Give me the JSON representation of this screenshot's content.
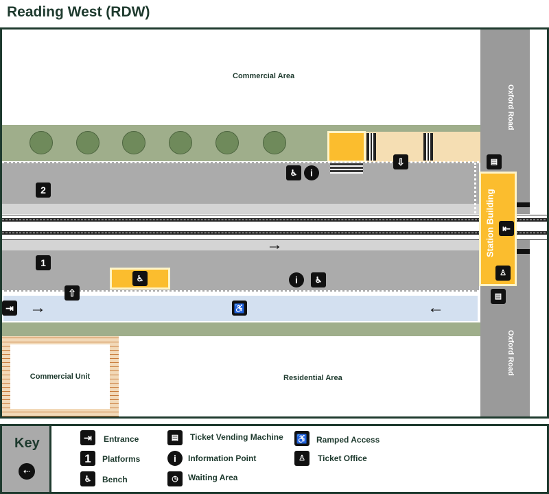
{
  "title": "Reading West (RDW)",
  "map": {
    "commercial_area": "Commercial Area",
    "residential_area": "Residential Area",
    "commercial_unit": "Commercial Unit",
    "road_north": "Oxford Road",
    "road_south": "Oxford Road",
    "station_building": "Station Building",
    "platform_2": "2",
    "platform_1": "1"
  },
  "key": {
    "title": "Key",
    "items": [
      {
        "icon": "entrance-icon",
        "label": "Entrance"
      },
      {
        "icon": "platform-icon",
        "glyph": "1",
        "label": "Platforms"
      },
      {
        "icon": "bench-icon",
        "label": "Bench"
      },
      {
        "icon": "ticket-vending-machine-icon",
        "label": "Ticket Vending Machine"
      },
      {
        "icon": "information-icon",
        "label": "Information Point"
      },
      {
        "icon": "waiting-area-icon",
        "label": "Waiting Area"
      },
      {
        "icon": "ramped-access-icon",
        "label": "Ramped Access"
      },
      {
        "icon": "ticket-office-icon",
        "label": "Ticket Office"
      }
    ]
  },
  "colors": {
    "frame": "#1e3a2e",
    "building": "#fbbd2e",
    "platform": "#ababab",
    "green": "#9fae8b",
    "blue": "#d3e0f0",
    "road": "#9a9a9a"
  }
}
